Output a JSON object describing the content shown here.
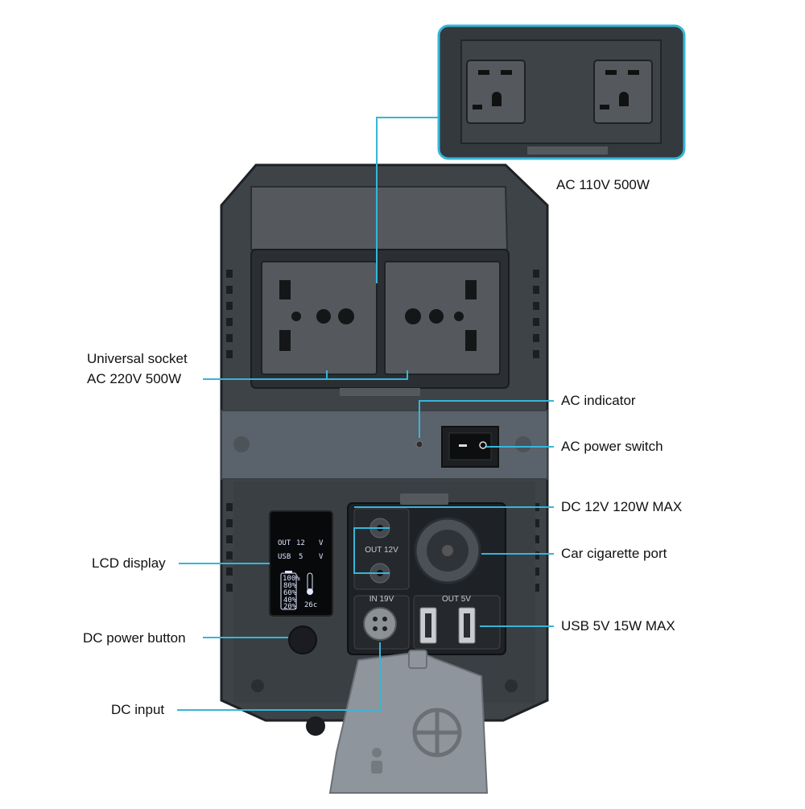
{
  "callouts": {
    "ac110": "AC 110V 500W",
    "universal_line1": "Universal socket",
    "universal_line2": "AC 220V 500W",
    "ac_indicator": "AC indicator",
    "ac_switch": "AC power switch",
    "dc12": "DC 12V 120W MAX",
    "car_port": "Car cigarette port",
    "lcd": "LCD display",
    "usb": "USB 5V 15W MAX",
    "dc_button": "DC power button",
    "dc_input": "DC input"
  },
  "panel_labels": {
    "out12": "OUT  12V",
    "in19": "IN 19V",
    "out5": "OUT  5V"
  },
  "lcd": {
    "row1_label": "OUT",
    "row1_value": "12",
    "row1_unit": "V",
    "row2_label": "USB",
    "row2_value": "5",
    "row2_unit": "V",
    "battery_levels": [
      "100%",
      "80%",
      "60%",
      "40%",
      "20%"
    ],
    "temperature": "26c"
  },
  "colors": {
    "callout_line": "#35b6d9",
    "body": "#3e4348",
    "panel": "#2b2f34",
    "socket": "#55595d",
    "lcd_text": "#dfe6ff"
  }
}
